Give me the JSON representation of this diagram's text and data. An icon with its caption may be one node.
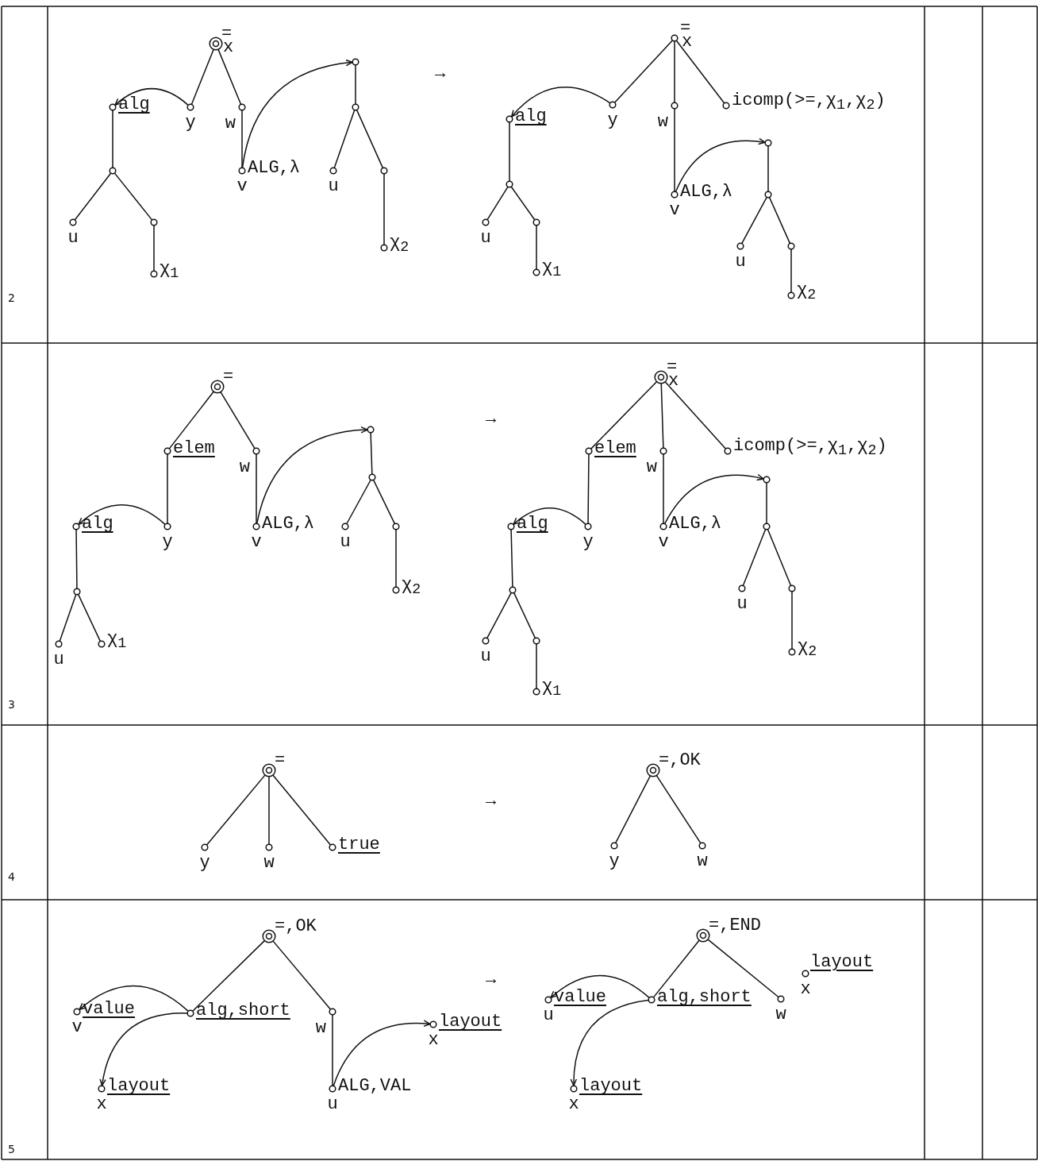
{
  "diagram": {
    "nodes": [
      {
        "text": [
          "=",
          "x"
        ]
      },
      {
        "text": [
          "alg"
        ]
      },
      {
        "text": [
          "y"
        ]
      },
      {
        "text": [
          "w"
        ]
      },
      {
        "text": [
          "ALG,λ",
          "v"
        ]
      },
      {
        "text": [],
        "shape": "circle"
      },
      {
        "text": [],
        "shape": "circle"
      },
      {
        "text": [
          "u"
        ]
      },
      {
        "text": [],
        "shape": "circle"
      },
      {
        "text": [
          "χ$_{2}$"
        ]
      },
      {
        "text": [],
        "shape": "circle"
      },
      {
        "text": [
          "u"
        ]
      },
      {
        "text": [],
        "shape": "circle"
      },
      {
        "text": [
          "χ$_{1}$"
        ]
      },
      {
        "text": [
          "=",
          "x"
        ]
      },
      {
        "text": [
          "alg"
        ]
      },
      {
        "text": [
          "y"
        ]
      },
      {
        "text": [
          "w"
        ]
      },
      {
        "text": [
          "icomp(>=,χ$_{1}$,χ$_{2}$)"
        ]
      },
      {
        "text": [
          "ALG,λ",
          "v"
        ]
      },
      {
        "text": [],
        "shape": "circle"
      },
      {
        "text": [],
        "shape": "circle"
      },
      {
        "text": [
          "u"
        ]
      },
      {
        "text": [],
        "shape": "circle"
      },
      {
        "text": [
          "χ$_{2}$"
        ]
      },
      {
        "text": [],
        "shape": "circle"
      },
      {
        "text": [
          "u"
        ]
      },
      {
        "text": [],
        "shape": "circle"
      },
      {
        "text": [
          "χ$_{1}$"
        ]
      },
      {
        "text": [
          "="
        ]
      },
      {
        "text": [
          "elem"
        ]
      },
      {
        "text": [
          "w"
        ]
      },
      {
        "text": [
          "alg"
        ]
      },
      {
        "text": [
          "y"
        ]
      },
      {
        "text": [
          "ALG,λ",
          "v"
        ]
      },
      {
        "text": [],
        "shape": "circle"
      },
      {
        "text": [],
        "shape": "circle"
      },
      {
        "text": [
          "u"
        ]
      },
      {
        "text": [],
        "shape": "circle"
      },
      {
        "text": [
          "χ$_{2}$"
        ]
      },
      {
        "text": [],
        "shape": "circle"
      },
      {
        "text": [
          "u"
        ]
      },
      {
        "text": [
          "χ$_{1}$"
        ]
      },
      {
        "text": [
          "=",
          "x"
        ]
      },
      {
        "text": [
          "elem"
        ]
      },
      {
        "text": [
          "w"
        ]
      },
      {
        "text": [
          "icomp(>=,χ$_{1}$,χ$_{2}$)"
        ]
      },
      {
        "text": [
          "alg"
        ]
      },
      {
        "text": [
          "y"
        ]
      },
      {
        "text": [
          "ALG,λ",
          "v"
        ]
      },
      {
        "text": [],
        "shape": "circle"
      },
      {
        "text": [],
        "shape": "circle"
      },
      {
        "text": [
          "u"
        ]
      },
      {
        "text": [],
        "shape": "circle"
      },
      {
        "text": [
          "χ$_{2}$"
        ]
      },
      {
        "text": [],
        "shape": "circle"
      },
      {
        "text": [
          "u"
        ]
      },
      {
        "text": [],
        "shape": "circle"
      },
      {
        "text": [
          "χ$_{1}$"
        ]
      },
      {
        "text": [
          "="
        ]
      },
      {
        "text": [
          "y"
        ]
      },
      {
        "text": [
          "w"
        ]
      },
      {
        "text": [
          "true"
        ]
      },
      {
        "text": [
          "=,OK"
        ]
      },
      {
        "text": [
          "y"
        ]
      },
      {
        "text": [
          "w"
        ]
      },
      {
        "text": [
          "=,OK"
        ]
      },
      {
        "text": [
          "value",
          "v"
        ]
      },
      {
        "text": [
          "alg,short"
        ]
      },
      {
        "text": [
          "layout",
          "x"
        ]
      },
      {
        "text": [
          "w"
        ]
      },
      {
        "text": [
          "ALG,VAL",
          "u"
        ]
      },
      {
        "text": [
          "layout",
          "x"
        ]
      },
      {
        "text": [
          "=,END"
        ]
      },
      {
        "text": [
          "value",
          "u"
        ]
      },
      {
        "text": [
          "alg,short"
        ]
      },
      {
        "text": [
          "w"
        ]
      },
      {
        "text": [
          "layout",
          "x"
        ]
      },
      {
        "text": [
          "layout",
          "x"
        ]
      }
    ],
    "edges": [
      {
        "from": 0,
        "to": 2,
        "arrow": "none"
      },
      {
        "from": 0,
        "to": 3,
        "arrow": "none"
      },
      {
        "from": 2,
        "to": 1,
        "arrow": "to"
      },
      {
        "from": 1,
        "to": 10,
        "arrow": "none"
      },
      {
        "from": 10,
        "to": 11,
        "arrow": "none"
      },
      {
        "from": 10,
        "to": 12,
        "arrow": "none"
      },
      {
        "from": 12,
        "to": 13,
        "arrow": "none"
      },
      {
        "from": 3,
        "to": 4,
        "arrow": "none"
      },
      {
        "from": 4,
        "to": 5,
        "arrow": "to"
      },
      {
        "from": 5,
        "to": 6,
        "arrow": "none"
      },
      {
        "from": 6,
        "to": 7,
        "arrow": "none"
      },
      {
        "from": 6,
        "to": 8,
        "arrow": "none"
      },
      {
        "from": 8,
        "to": 9,
        "arrow": "none"
      },
      {
        "from": 14,
        "to": 16,
        "arrow": "none"
      },
      {
        "from": 14,
        "to": 17,
        "arrow": "none"
      },
      {
        "from": 14,
        "to": 18,
        "arrow": "none"
      },
      {
        "from": 16,
        "to": 15,
        "arrow": "to"
      },
      {
        "from": 15,
        "to": 25,
        "arrow": "none"
      },
      {
        "from": 25,
        "to": 26,
        "arrow": "none"
      },
      {
        "from": 25,
        "to": 27,
        "arrow": "none"
      },
      {
        "from": 27,
        "to": 28,
        "arrow": "none"
      },
      {
        "from": 17,
        "to": 19,
        "arrow": "none"
      },
      {
        "from": 19,
        "to": 20,
        "arrow": "to"
      },
      {
        "from": 20,
        "to": 21,
        "arrow": "none"
      },
      {
        "from": 21,
        "to": 22,
        "arrow": "none"
      },
      {
        "from": 21,
        "to": 23,
        "arrow": "none"
      },
      {
        "from": 23,
        "to": 24,
        "arrow": "none"
      },
      {
        "from": 29,
        "to": 30,
        "arrow": "none"
      },
      {
        "from": 29,
        "to": 31,
        "arrow": "none"
      },
      {
        "from": 30,
        "to": 33,
        "arrow": "none"
      },
      {
        "from": 33,
        "to": 32,
        "arrow": "to"
      },
      {
        "from": 32,
        "to": 40,
        "arrow": "none"
      },
      {
        "from": 40,
        "to": 41,
        "arrow": "none"
      },
      {
        "from": 40,
        "to": 42,
        "arrow": "none"
      },
      {
        "from": 31,
        "to": 34,
        "arrow": "none"
      },
      {
        "from": 34,
        "to": 35,
        "arrow": "to"
      },
      {
        "from": 35,
        "to": 36,
        "arrow": "none"
      },
      {
        "from": 36,
        "to": 37,
        "arrow": "none"
      },
      {
        "from": 36,
        "to": 38,
        "arrow": "none"
      },
      {
        "from": 38,
        "to": 39,
        "arrow": "none"
      },
      {
        "from": 43,
        "to": 44,
        "arrow": "none"
      },
      {
        "from": 43,
        "to": 45,
        "arrow": "none"
      },
      {
        "from": 43,
        "to": 46,
        "arrow": "none"
      },
      {
        "from": 44,
        "to": 48,
        "arrow": "none"
      },
      {
        "from": 48,
        "to": 47,
        "arrow": "to"
      },
      {
        "from": 47,
        "to": 55,
        "arrow": "none"
      },
      {
        "from": 55,
        "to": 56,
        "arrow": "none"
      },
      {
        "from": 55,
        "to": 57,
        "arrow": "none"
      },
      {
        "from": 57,
        "to": 58,
        "arrow": "none"
      },
      {
        "from": 45,
        "to": 49,
        "arrow": "none"
      },
      {
        "from": 49,
        "to": 50,
        "arrow": "to"
      },
      {
        "from": 50,
        "to": 51,
        "arrow": "none"
      },
      {
        "from": 51,
        "to": 52,
        "arrow": "none"
      },
      {
        "from": 51,
        "to": 53,
        "arrow": "none"
      },
      {
        "from": 53,
        "to": 54,
        "arrow": "none"
      },
      {
        "from": 59,
        "to": 60,
        "arrow": "none"
      },
      {
        "from": 59,
        "to": 61,
        "arrow": "none"
      },
      {
        "from": 59,
        "to": 62,
        "arrow": "none"
      },
      {
        "from": 63,
        "to": 64,
        "arrow": "none"
      },
      {
        "from": 63,
        "to": 65,
        "arrow": "none"
      },
      {
        "from": 66,
        "to": 68,
        "arrow": "none"
      },
      {
        "from": 66,
        "to": 70,
        "arrow": "none"
      },
      {
        "from": 68,
        "to": 67,
        "arrow": "to"
      },
      {
        "from": 68,
        "to": 69,
        "arrow": "to"
      },
      {
        "from": 70,
        "to": 71,
        "arrow": "none"
      },
      {
        "from": 71,
        "to": 72,
        "arrow": "to"
      },
      {
        "from": 73,
        "to": 75,
        "arrow": "none"
      },
      {
        "from": 73,
        "to": 76,
        "arrow": "none"
      },
      {
        "from": 75,
        "to": 74,
        "arrow": "to"
      },
      {
        "from": 75,
        "to": 78,
        "arrow": "to"
      }
    ],
    "labels": [
      "→",
      "2",
      "→",
      "3",
      "→",
      "4",
      "→",
      "5"
    ]
  }
}
